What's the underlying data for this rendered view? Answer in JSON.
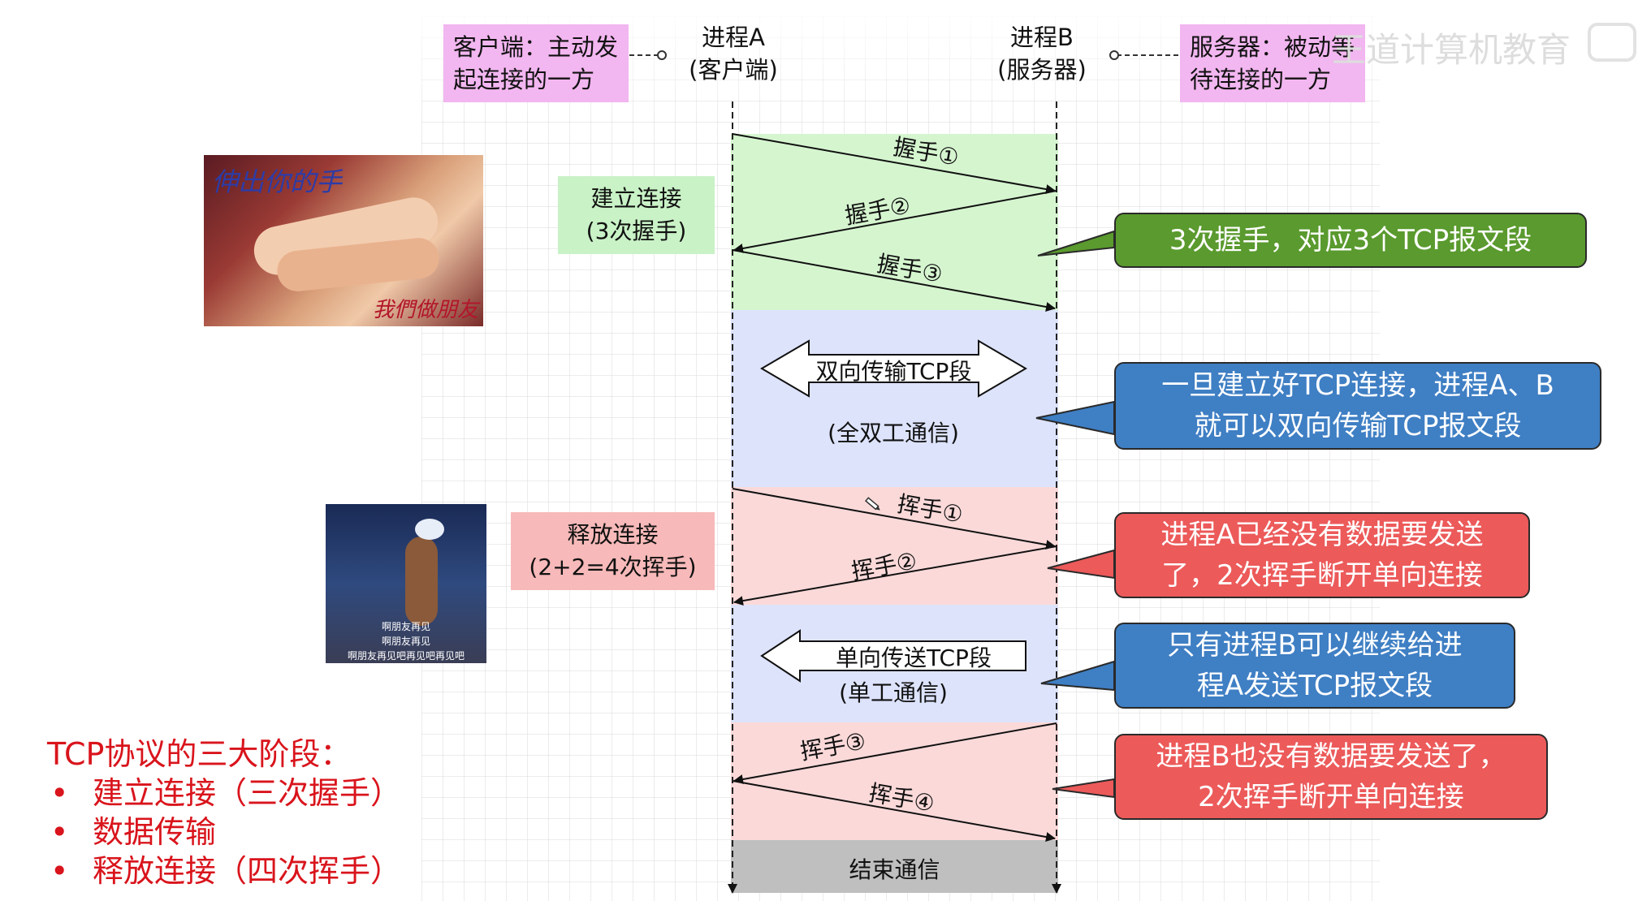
{
  "header": {
    "process_a": "进程A",
    "process_a_role": "(客户端)",
    "process_b": "进程B",
    "process_b_role": "(服务器)",
    "client_note": [
      "客户端：主动发",
      "起连接的一方"
    ],
    "server_note": [
      "服务器：被动等",
      "待连接的一方"
    ]
  },
  "phases": {
    "establish": [
      "建立连接",
      "(3次握手)"
    ],
    "release": [
      "释放连接",
      "(2+2=4次挥手)"
    ]
  },
  "messages": {
    "hs1": "握手①",
    "hs2": "握手②",
    "hs3": "握手③",
    "bidirectional": "双向传输TCP段",
    "full_duplex": "(全双工通信)",
    "wv1": "挥手①",
    "wv2": "挥手②",
    "unidirectional": "单向传送TCP段",
    "simplex": "(单工通信)",
    "wv3": "挥手③",
    "wv4": "挥手④",
    "end": "结束通信"
  },
  "callouts": [
    {
      "lines": [
        "3次握手，对应3个TCP报文段"
      ],
      "color": "#5a9a2e"
    },
    {
      "lines": [
        "一旦建立好TCP连接，进程A、B",
        "就可以双向传输TCP报文段"
      ],
      "color": "#3f7fc4"
    },
    {
      "lines": [
        "进程A已经没有数据要发送",
        "了，2次挥手断开单向连接"
      ],
      "color": "#ec5a5a"
    },
    {
      "lines": [
        "只有进程B可以继续给进",
        "程A发送TCP报文段"
      ],
      "color": "#3f7fc4"
    },
    {
      "lines": [
        "进程B也没有数据要发送了，",
        "2次挥手断开单向连接"
      ],
      "color": "#ec5a5a"
    }
  ],
  "images": {
    "handshake_photo_caption_top": "伸出你的手",
    "handshake_photo_caption_bottom": "我們做朋友",
    "goodbye_subtitles": [
      "啊朋友再见",
      "啊朋友再见",
      "啊朋友再见吧再见吧再见吧"
    ]
  },
  "summary": {
    "title": "TCP协议的三大阶段：",
    "items": [
      "建立连接（三次握手）",
      "数据传输",
      "释放连接（四次挥手）"
    ]
  },
  "colors": {
    "green_zone": "#d5f5cf",
    "blue_zone": "#dde3fb",
    "pink_zone": "#fbd9d9",
    "gray_zone": "#bfbfbf",
    "pink_note": "#f2b6f0",
    "green_phase": "#c9f2c6",
    "pink_phase": "#f7b9b9",
    "summary_red": "#d9141c"
  },
  "icons": [
    "pencil-icon",
    "bilibili-logo"
  ]
}
